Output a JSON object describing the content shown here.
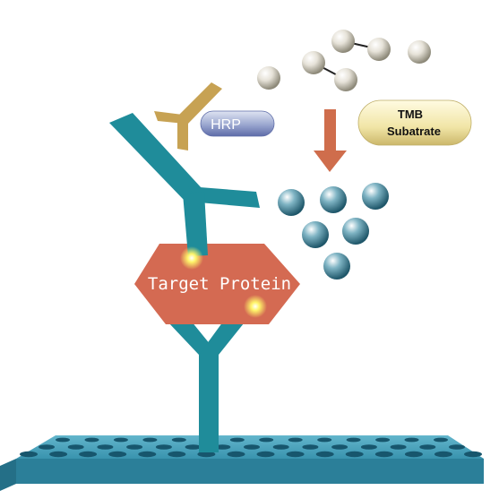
{
  "labels": {
    "hrp": "HRP",
    "tmb_line1": "TMB",
    "tmb_line2": "Subatrate",
    "target": "Target Protein"
  },
  "colors": {
    "antibody": "#1f8c9a",
    "antibody_dark": "#13707c",
    "target_protein": "#d46a52",
    "hrp_antibody": "#c7a253",
    "arrow": "#cf6d4c",
    "plate_top": "#4aa3bd",
    "plate_front": "#2f8aa5",
    "glow": "#fff36a"
  },
  "icons": {
    "substrate": "grey-sphere",
    "product": "blue-sphere",
    "plate": "microplate"
  }
}
